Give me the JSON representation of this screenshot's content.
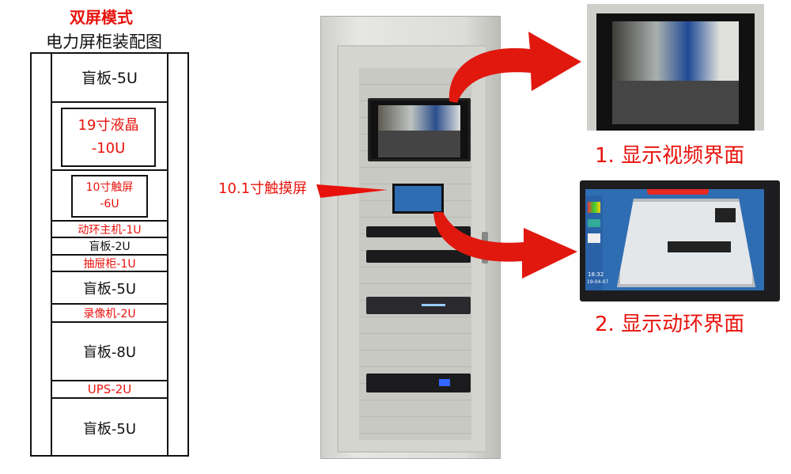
{
  "diagram": {
    "mode_title": "双屏模式",
    "subtitle": "电力屏柜装配图",
    "rows": [
      {
        "label": "盲板-5U",
        "highlight": false
      },
      {
        "label": "19寸液晶\n-10U",
        "highlight": true
      },
      {
        "label": "10寸触屏\n-6U",
        "highlight": true
      },
      {
        "label": "动环主机-1U",
        "highlight": true
      },
      {
        "label": "盲板-2U",
        "highlight": false
      },
      {
        "label": "抽屉柜-1U",
        "highlight": true
      },
      {
        "label": "盲板-5U",
        "highlight": false
      },
      {
        "label": "录像机-2U",
        "highlight": true
      },
      {
        "label": "盲板-8U",
        "highlight": false
      },
      {
        "label": "UPS-2U",
        "highlight": true
      },
      {
        "label": "盲板-5U",
        "highlight": false
      }
    ]
  },
  "callouts": {
    "touch_screen": "10.1寸触摸屏",
    "video_view": "1. 显示视频界面",
    "env_view": "2. 显示动环界面"
  },
  "screen": {
    "time": "18:32",
    "date": "19-04-07"
  },
  "colors": {
    "accent": "#e8120c",
    "screen_blue": "#2f6db3"
  }
}
